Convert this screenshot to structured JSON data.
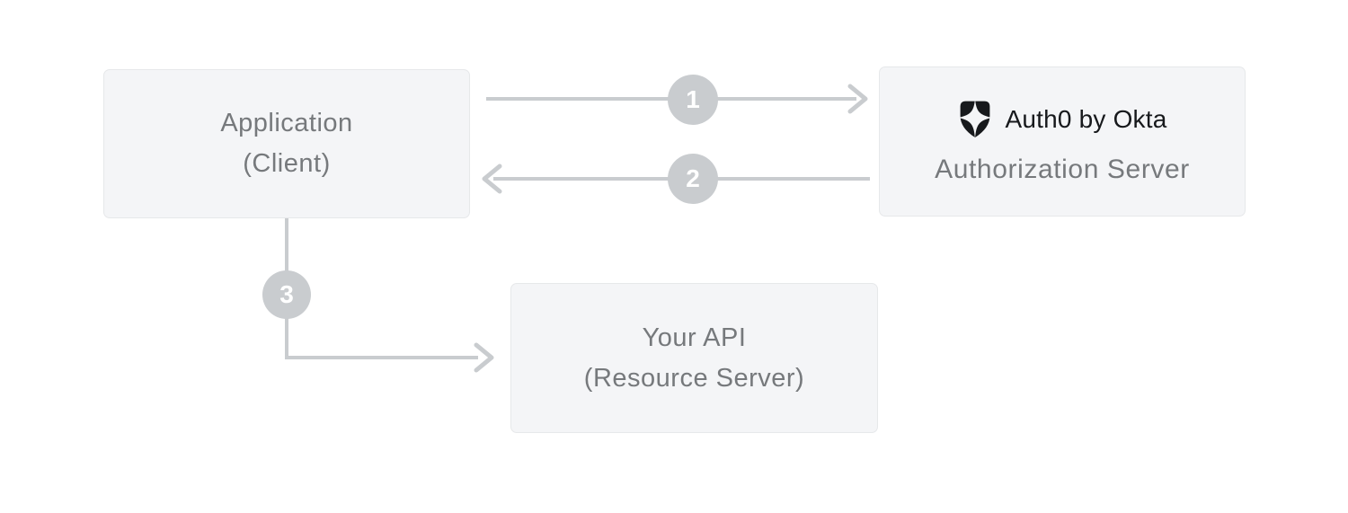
{
  "nodes": {
    "application": {
      "title": "Application",
      "subtitle": "(Client)"
    },
    "authorization_server": {
      "brand": "Auth0 by Okta",
      "label": "Authorization Server"
    },
    "your_api": {
      "title": "Your API",
      "subtitle": "(Resource Server)"
    }
  },
  "steps": [
    {
      "number": "1",
      "direction": "right"
    },
    {
      "number": "2",
      "direction": "left"
    },
    {
      "number": "3",
      "direction": "down-right"
    }
  ],
  "icons": {
    "auth0_logo": "auth0-shield-icon"
  },
  "colors": {
    "box_background": "#f4f5f7",
    "box_border": "#e6e8ea",
    "node_text": "#76797c",
    "connector": "#c9cccf",
    "step_circle_bg": "#c9cccf",
    "step_circle_text": "#ffffff",
    "brand_text": "#17191c"
  }
}
